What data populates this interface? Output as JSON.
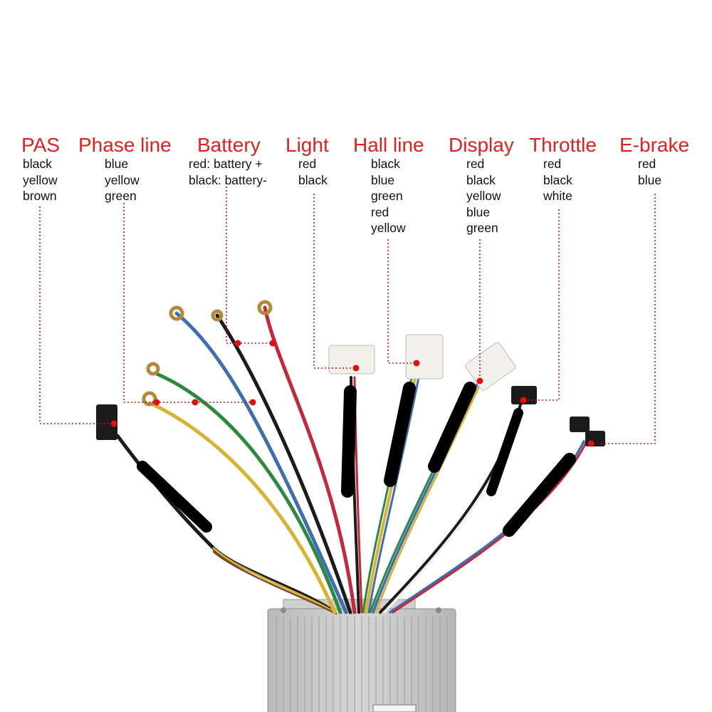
{
  "labels": [
    {
      "title": "PAS",
      "lines": [
        "black",
        "yellow",
        "brown"
      ]
    },
    {
      "title": "Phase line",
      "lines": [
        "blue",
        "yellow",
        "green"
      ]
    },
    {
      "title": "Battery",
      "lines": [
        "red: battery +",
        "black: battery-"
      ]
    },
    {
      "title": "Light",
      "lines": [
        "red",
        "black"
      ]
    },
    {
      "title": "Hall line",
      "lines": [
        "black",
        "blue",
        "green",
        "red",
        "yellow"
      ]
    },
    {
      "title": "Display",
      "lines": [
        "red",
        "black",
        "yellow",
        "blue",
        "green"
      ]
    },
    {
      "title": "Throttle",
      "lines": [
        "red",
        "black",
        "white"
      ]
    },
    {
      "title": "E-brake",
      "lines": [
        "red",
        "blue"
      ]
    }
  ],
  "colors": {
    "title": "#e01f1f",
    "leader": "#d0101a",
    "wire_blue": "#3d6fb0",
    "wire_black": "#1b1b1b",
    "wire_red": "#c7263a",
    "wire_green": "#2b8a3e",
    "wire_yellow": "#d9b233",
    "housing": "#c4c4c4",
    "connector": "#f2f0ea"
  }
}
